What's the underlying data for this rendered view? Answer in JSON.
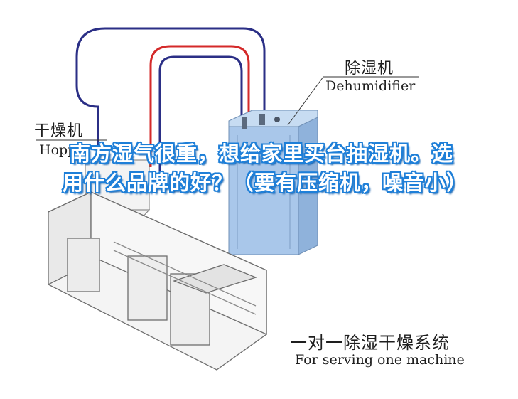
{
  "labels": {
    "dehumidifier_cn": "除湿机",
    "dehumidifier_en": "Dehumidifier",
    "hopper_cn": "干燥机",
    "hopper_en": "Hoppe",
    "system_cn": "一对一除湿干燥系统",
    "system_en": "For serving one machine"
  },
  "overlay_title": "南方湿气很重，想给家里买台抽湿机。选用什么品牌的好？（要有压缩机，噪音小）",
  "colors": {
    "pipe_red": "#d42a2a",
    "pipe_blue": "#2b2f86",
    "dehumidifier_body": "#a9c7ea",
    "title_stroke": "#1e7fd8"
  },
  "icons": {
    "dehumidifier": "dehumidifier-unit-icon",
    "hopper": "hopper-dryer-icon",
    "molding_machine": "injection-molding-machine-icon"
  }
}
